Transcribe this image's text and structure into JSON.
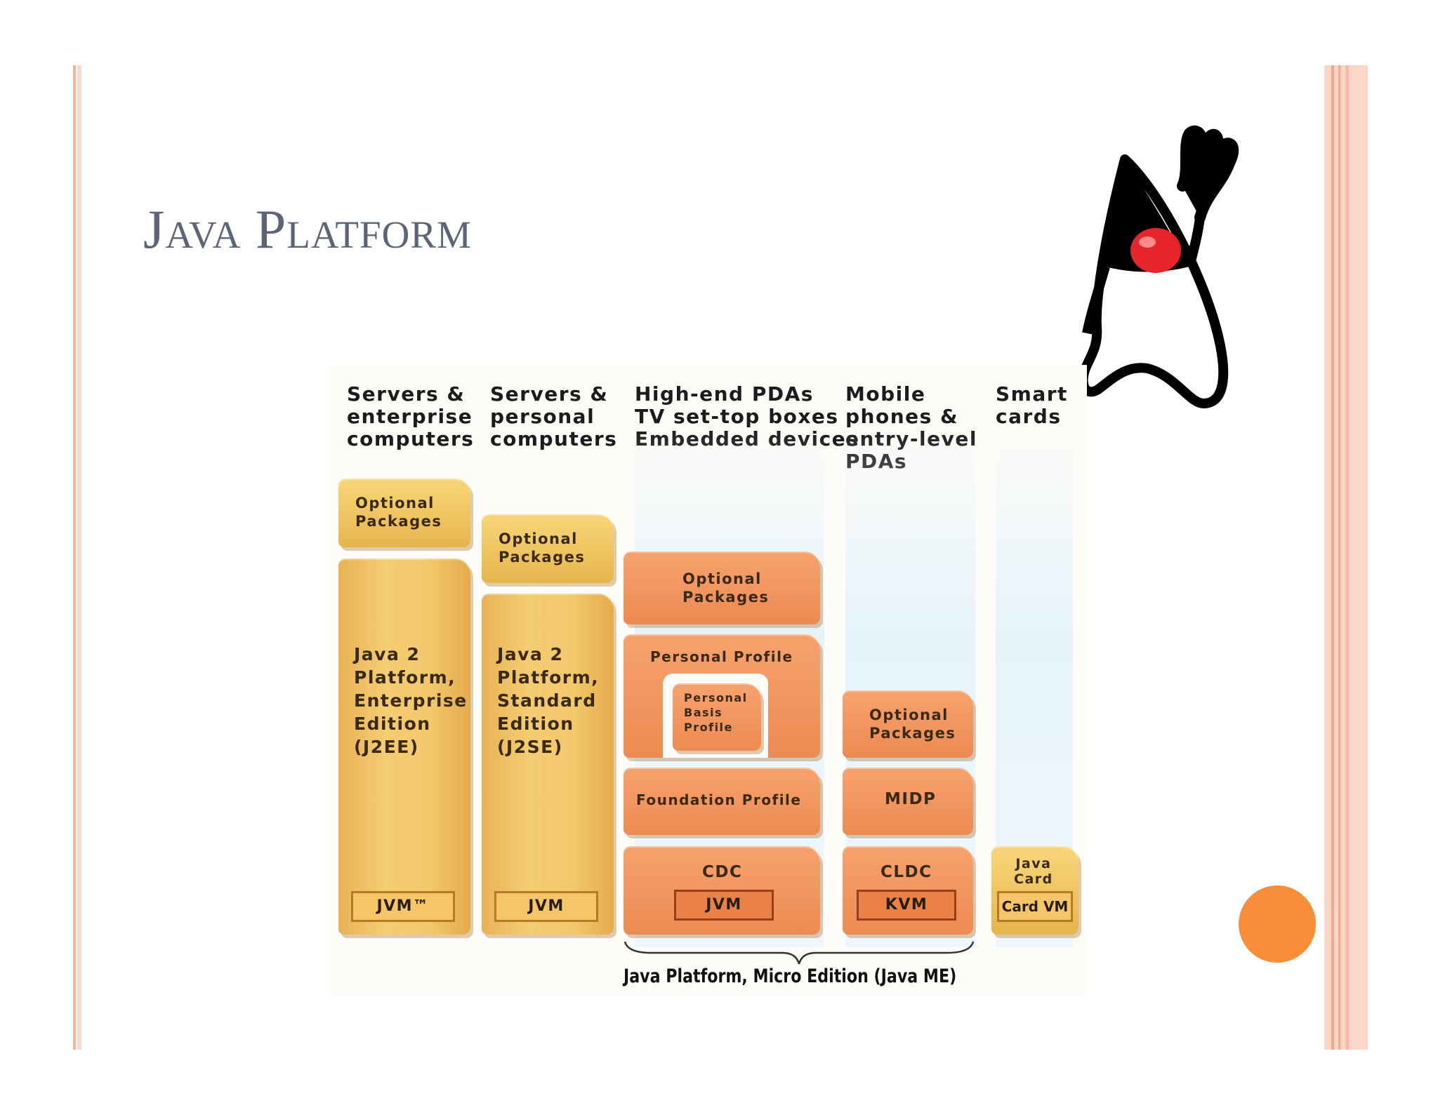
{
  "slide": {
    "title": "Java Platform"
  },
  "colors": {
    "stripe": "#f9c8b5",
    "title": "#5d6478",
    "accent_circle": "#f98d38",
    "block_yellow": "#f2c462",
    "block_orange": "#ef8f57"
  },
  "columns": [
    {
      "heading": "Servers &\nenterprise\ncomputers"
    },
    {
      "heading": "Servers &\npersonal\ncomputers"
    },
    {
      "heading": "High-end PDAs\nTV set-top boxes\nEmbedded devices"
    },
    {
      "heading": "Mobile\nphones &\nentry-level\nPDAs"
    },
    {
      "heading": "Smart\ncards"
    }
  ],
  "blocks": {
    "j2ee_optional": "Optional\nPackages",
    "j2ee_main": "Java 2\nPlatform,\nEnterprise\nEdition\n(J2EE)",
    "j2ee_vm": "JVM™",
    "j2se_optional": "Optional\nPackages",
    "j2se_main": "Java 2\nPlatform,\nStandard\nEdition\n(J2SE)",
    "j2se_vm": "JVM",
    "cdc_optional": "Optional\nPackages",
    "personal_profile": "Personal Profile",
    "personal_basis": "Personal\nBasis\nProfile",
    "foundation_profile": "Foundation Profile",
    "cdc": "CDC",
    "cdc_vm": "JVM",
    "cldc_optional": "Optional\nPackages",
    "midp": "MIDP",
    "cldc": "CLDC",
    "cldc_vm": "KVM",
    "javacard": "Java\nCard",
    "javacard_vm": "Card VM"
  },
  "brace_label": "Java Platform, Micro Edition (Java ME)",
  "icons": {
    "mascot": "duke-waving-icon",
    "decoration": "orange-circle-icon"
  }
}
